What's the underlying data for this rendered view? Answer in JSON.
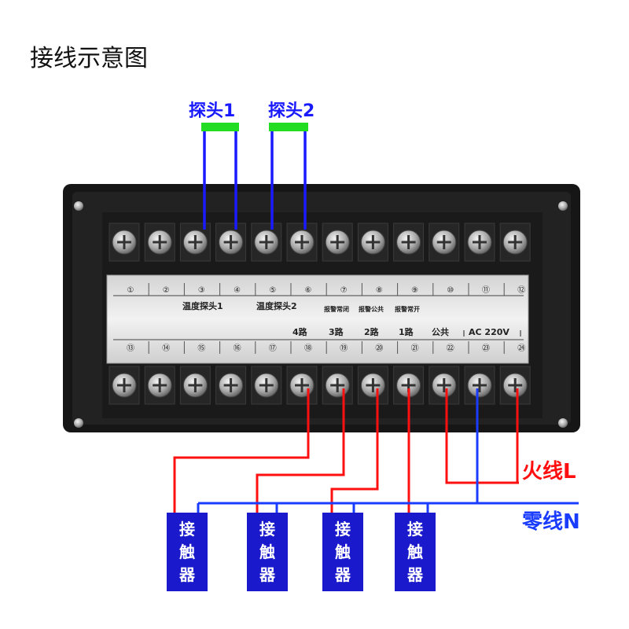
{
  "title": "接线示意图",
  "probes": [
    {
      "label": "探头1"
    },
    {
      "label": "探头2"
    }
  ],
  "top_terminals": [
    "①",
    "②",
    "③",
    "④",
    "⑤",
    "⑥",
    "⑦",
    "⑧",
    "⑨",
    "⑩",
    "⑪",
    "⑫"
  ],
  "bottom_terminals": [
    "⑬",
    "⑭",
    "⑮",
    "⑯",
    "⑰",
    "⑱",
    "⑲",
    "⑳",
    "㉑",
    "㉒",
    "㉓",
    "㉔"
  ],
  "panel": {
    "temp_probe_1": "温度探头1",
    "temp_probe_2": "温度探头2",
    "alarm_nc": "报警常闭",
    "alarm_common": "报警公共",
    "alarm_no": "报警常开",
    "route4": "4路",
    "route3": "3路",
    "route2": "2路",
    "route1": "1路",
    "common": "公共",
    "ac220v": "AC 220V"
  },
  "lines": {
    "live": "火线L",
    "neutral": "零线N"
  },
  "contactor": {
    "chars": [
      "接",
      "触",
      "器"
    ],
    "count": 4
  },
  "colors": {
    "live": "#ff1010",
    "neutral": "#1a3cff",
    "probe": "#1a1aff",
    "probe_tip": "#22dd22",
    "contactor": "#1a1acc",
    "housing": "#1c1c1c"
  }
}
